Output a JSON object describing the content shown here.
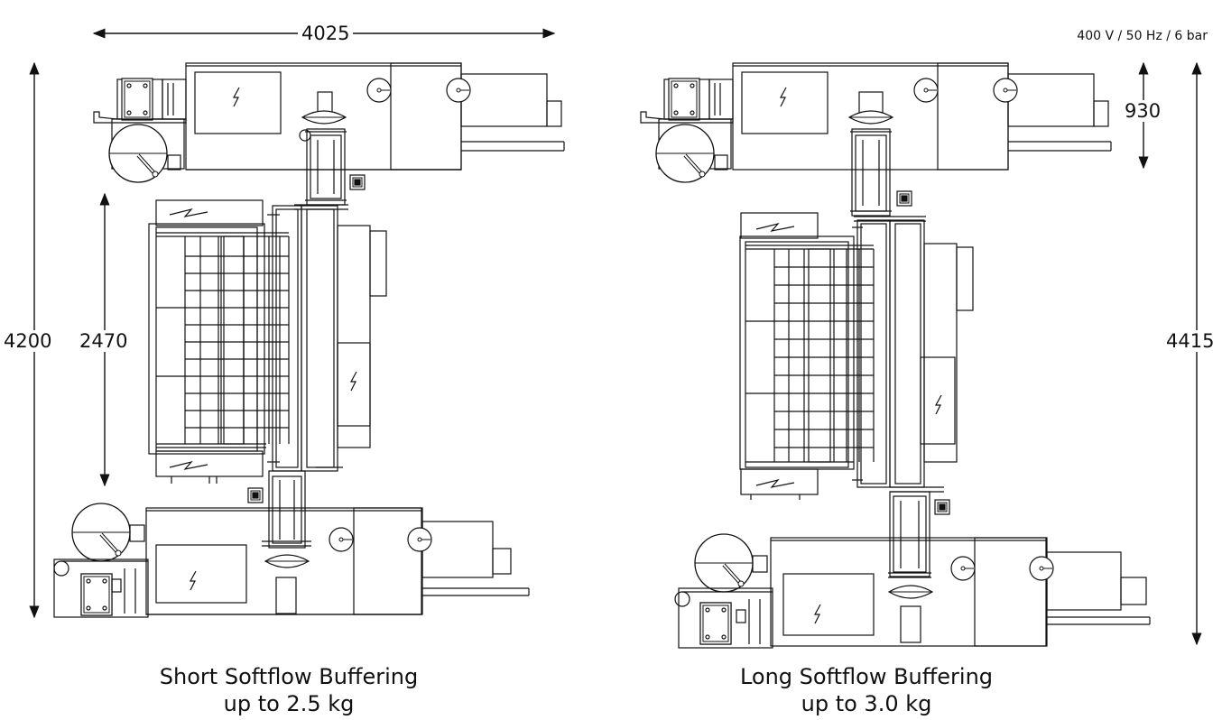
{
  "spec_text": "400 V / 50 Hz / 6 bar",
  "left": {
    "width_dim": "4025",
    "height_dim": "4200",
    "buffer_dim": "2470",
    "caption_line1": "Short Softflow Buffering",
    "caption_line2": "up to 2.5 kg"
  },
  "right": {
    "top_dim": "930",
    "height_dim": "4415",
    "caption_line1": "Long Softflow Buffering",
    "caption_line2": "up to 3.0 kg"
  },
  "colors": {
    "line": "#111111",
    "background": "#ffffff"
  },
  "icons": [
    "electrical-hazard-icon",
    "pressure-gauge-icon",
    "arrow-icon"
  ]
}
